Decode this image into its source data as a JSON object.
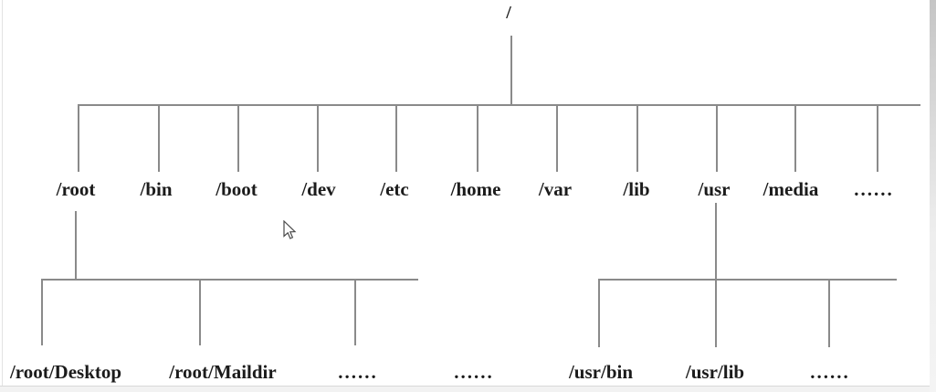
{
  "colors": {
    "line": "#8a8a8a",
    "text": "#1b1b1b"
  },
  "tree": {
    "root": {
      "label": "/"
    },
    "level1": [
      {
        "label": "/root"
      },
      {
        "label": "/bin"
      },
      {
        "label": "/boot"
      },
      {
        "label": "/dev"
      },
      {
        "label": "/etc"
      },
      {
        "label": "/home"
      },
      {
        "label": "/var"
      },
      {
        "label": "/lib"
      },
      {
        "label": "/usr"
      },
      {
        "label": "/media"
      },
      {
        "label": "......"
      }
    ],
    "root_children": [
      {
        "label": "/root/Desktop"
      },
      {
        "label": "/root/Maildir"
      },
      {
        "label": "......"
      }
    ],
    "standalone_ellipsis": {
      "label": "......"
    },
    "usr_children": [
      {
        "label": "/usr/bin"
      },
      {
        "label": "/usr/lib"
      },
      {
        "label": "......"
      }
    ]
  },
  "cursor": {
    "type": "arrow"
  }
}
